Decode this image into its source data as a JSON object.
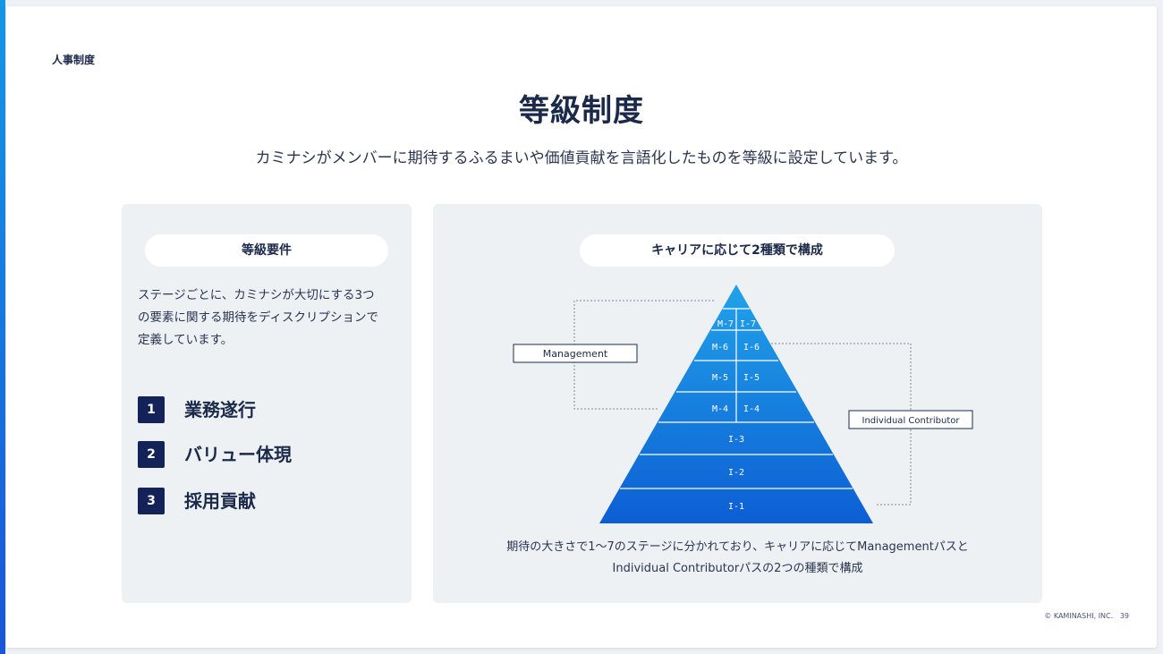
{
  "section_label": "人事制度",
  "title": "等級制度",
  "subtitle": "カミナシがメンバーに期待するふるまいや価値貢献を言語化したものを等級に設定しています。",
  "left_panel": {
    "heading": "等級要件",
    "description_lines": [
      "ステージごとに、カミナシが大切にする3つ",
      "の要素に関する期待をディスクリプションで",
      "定義しています。"
    ],
    "requirements": [
      {
        "num": "1",
        "label": "業務遂行"
      },
      {
        "num": "2",
        "label": "バリュー体現"
      },
      {
        "num": "3",
        "label": "採用貢献"
      }
    ]
  },
  "right_panel": {
    "heading": "キャリアに応じて2種類で構成",
    "management_label": "Management",
    "ic_label": "Individual Contributor",
    "pyramid_levels": [
      {
        "left": "M-7",
        "right": "I-7"
      },
      {
        "left": "M-6",
        "right": "I-6"
      },
      {
        "left": "M-5",
        "right": "I-5"
      },
      {
        "left": "M-4",
        "right": "I-4"
      },
      {
        "center": "I-3"
      },
      {
        "center": "I-2"
      },
      {
        "center": "I-1"
      }
    ],
    "caption_lines": [
      "期待の大きさで1〜7のステージに分かれており、キャリアに応じてManagementパスと",
      "Individual Contributorパスの2つの種類で構成"
    ]
  },
  "footer": {
    "copyright": "© KAMINASHI, INC.",
    "page": "39"
  },
  "colors": {
    "accent": "#1597e5",
    "navy": "#13235a",
    "pyramid_top": "#21a2e8",
    "pyramid_bottom": "#0d5ed4"
  }
}
